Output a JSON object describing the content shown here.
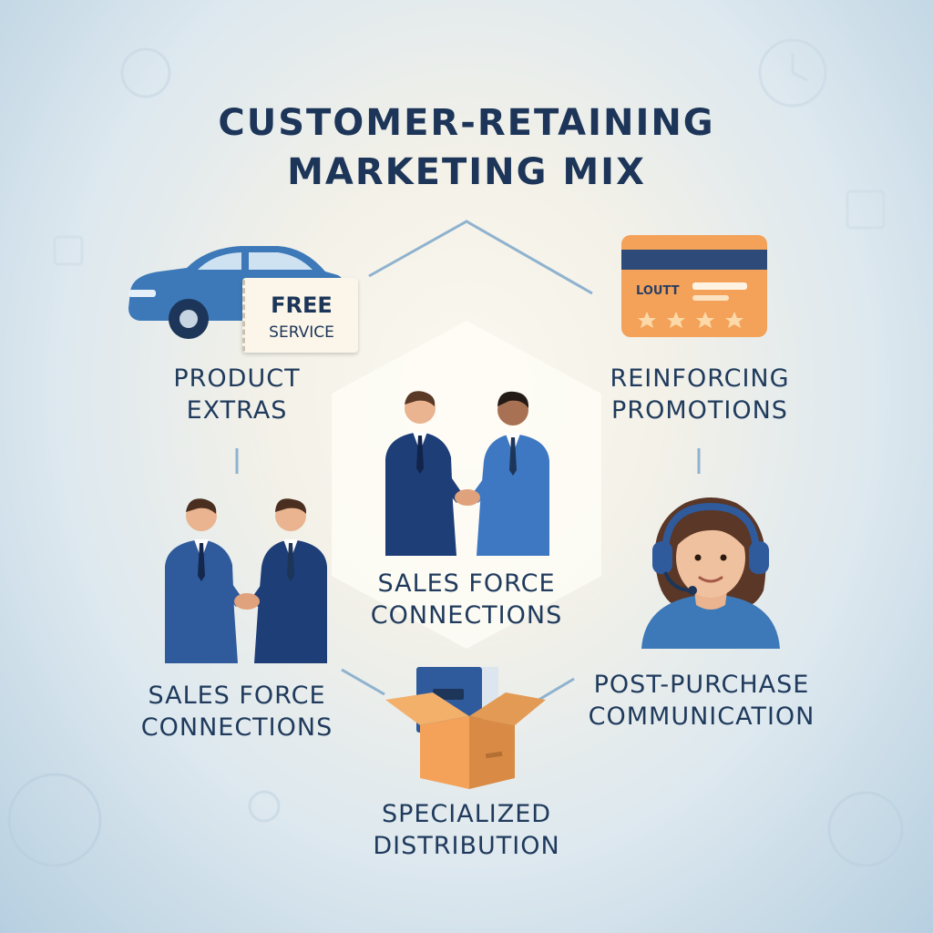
{
  "title": {
    "line1": "CUSTOMER-RETAINING",
    "line2": "MARKETING MIX"
  },
  "free_service_tag": {
    "line1": "FREE",
    "line2": "SERVICE"
  },
  "loyalty_card": {
    "label": "LOUTT"
  },
  "segments": {
    "product_extras": {
      "line1": "PRODUCT",
      "line2": "EXTRAS"
    },
    "reinforcing_promotions": {
      "line1": "REINFORCING",
      "line2": "PROMOTIONS"
    },
    "sales_force_center": {
      "line1": "SALES FORCE",
      "line2": "CONNECTIONS"
    },
    "sales_force_left": {
      "line1": "SALES FORCE",
      "line2": "CONNECTIONS"
    },
    "post_purchase": {
      "line1": "POST-PURCHASE",
      "line2": "COMMUNICATION"
    },
    "distribution": {
      "line1": "SPECIALIZED",
      "line2": "DISTRIBUTION"
    }
  },
  "colors": {
    "navy": "#1c3558",
    "suit_blue": "#2f5a9c",
    "car_blue": "#3d79b8",
    "orange": "#f4a259",
    "connector": "#8fb2cf"
  }
}
